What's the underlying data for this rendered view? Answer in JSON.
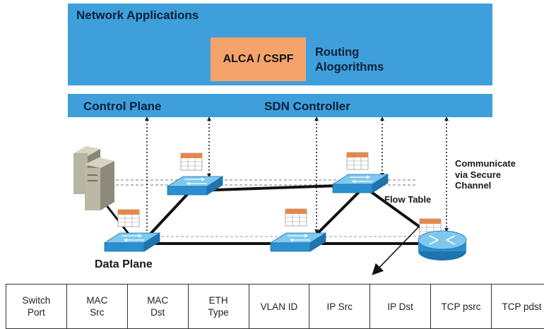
{
  "applications": {
    "title": "Network Applications",
    "algorithm_box": "ALCA / CSPF",
    "routing_line1": "Routing",
    "routing_line2": "Alogorithms"
  },
  "control": {
    "left_label": "Control Plane",
    "center_label": "SDN Controller"
  },
  "annotations": {
    "channel_line1": "Communicate",
    "channel_line2": "via Secure",
    "channel_line3": "Channel",
    "flow_table": "Flow Table",
    "data_plane": "Data Plane"
  },
  "flow_table_fields": [
    {
      "line1": "Switch",
      "line2": "Port"
    },
    {
      "line1": "MAC",
      "line2": "Src"
    },
    {
      "line1": "MAC",
      "line2": "Dst"
    },
    {
      "line1": "ETH",
      "line2": "Type"
    },
    {
      "line1": "VLAN ID",
      "line2": ""
    },
    {
      "line1": "IP Src",
      "line2": ""
    },
    {
      "line1": "IP Dst",
      "line2": ""
    },
    {
      "line1": "TCP psrc",
      "line2": ""
    },
    {
      "line1": "TCP pdst",
      "line2": ""
    }
  ],
  "colors": {
    "band_blue": "#3e9fdb",
    "algorithm_orange": "#f4a36a",
    "switch_blue": "#3fa6dc",
    "flow_table_orange": "#e8874a"
  },
  "icons": [
    "server-icon",
    "switch-icon",
    "router-icon",
    "flow-table-icon"
  ]
}
